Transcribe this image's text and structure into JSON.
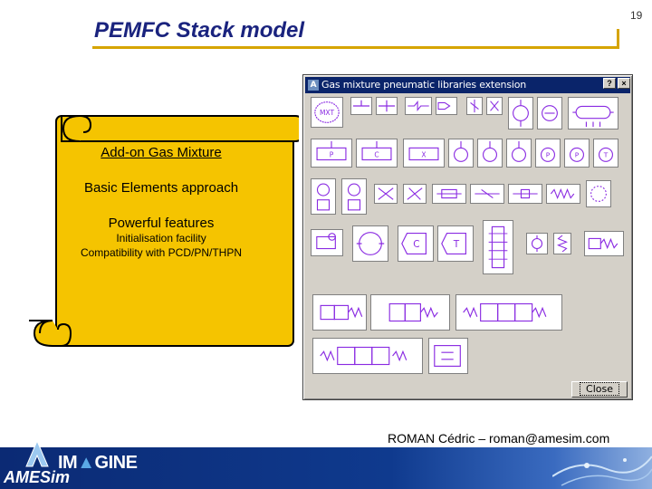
{
  "slide": {
    "title": "PEMFC Stack model",
    "page_number": "19",
    "author": "ROMAN Cédric – roman@amesim.com"
  },
  "scroll": {
    "heading": "Add-on Gas Mixture",
    "item1": "Basic Elements approach",
    "item2": "Powerful features",
    "sub1": "Initialisation facility",
    "sub2": "Compatibility with PCD/PN/THPN"
  },
  "window": {
    "title": "Gas mixture pneumatic libraries extension",
    "help_label": "?",
    "close_x_label": "×",
    "close_button_label": "Close",
    "icon_texts": [
      "MXT",
      "P",
      "P",
      "T",
      "P",
      "C",
      "T"
    ]
  },
  "footer": {
    "logo_amesim": "AMESim",
    "logo_imagine_a": "IM",
    "logo_imagine_b": "GINE"
  },
  "colors": {
    "title": "#1a237e",
    "accent_line": "#d6a400",
    "scroll_fill": "#f5c400",
    "icon_stroke": "#8a2be2",
    "window_bg": "#d4d0c8",
    "titlebar": "#0a246a",
    "footer": "#0b2a74"
  }
}
